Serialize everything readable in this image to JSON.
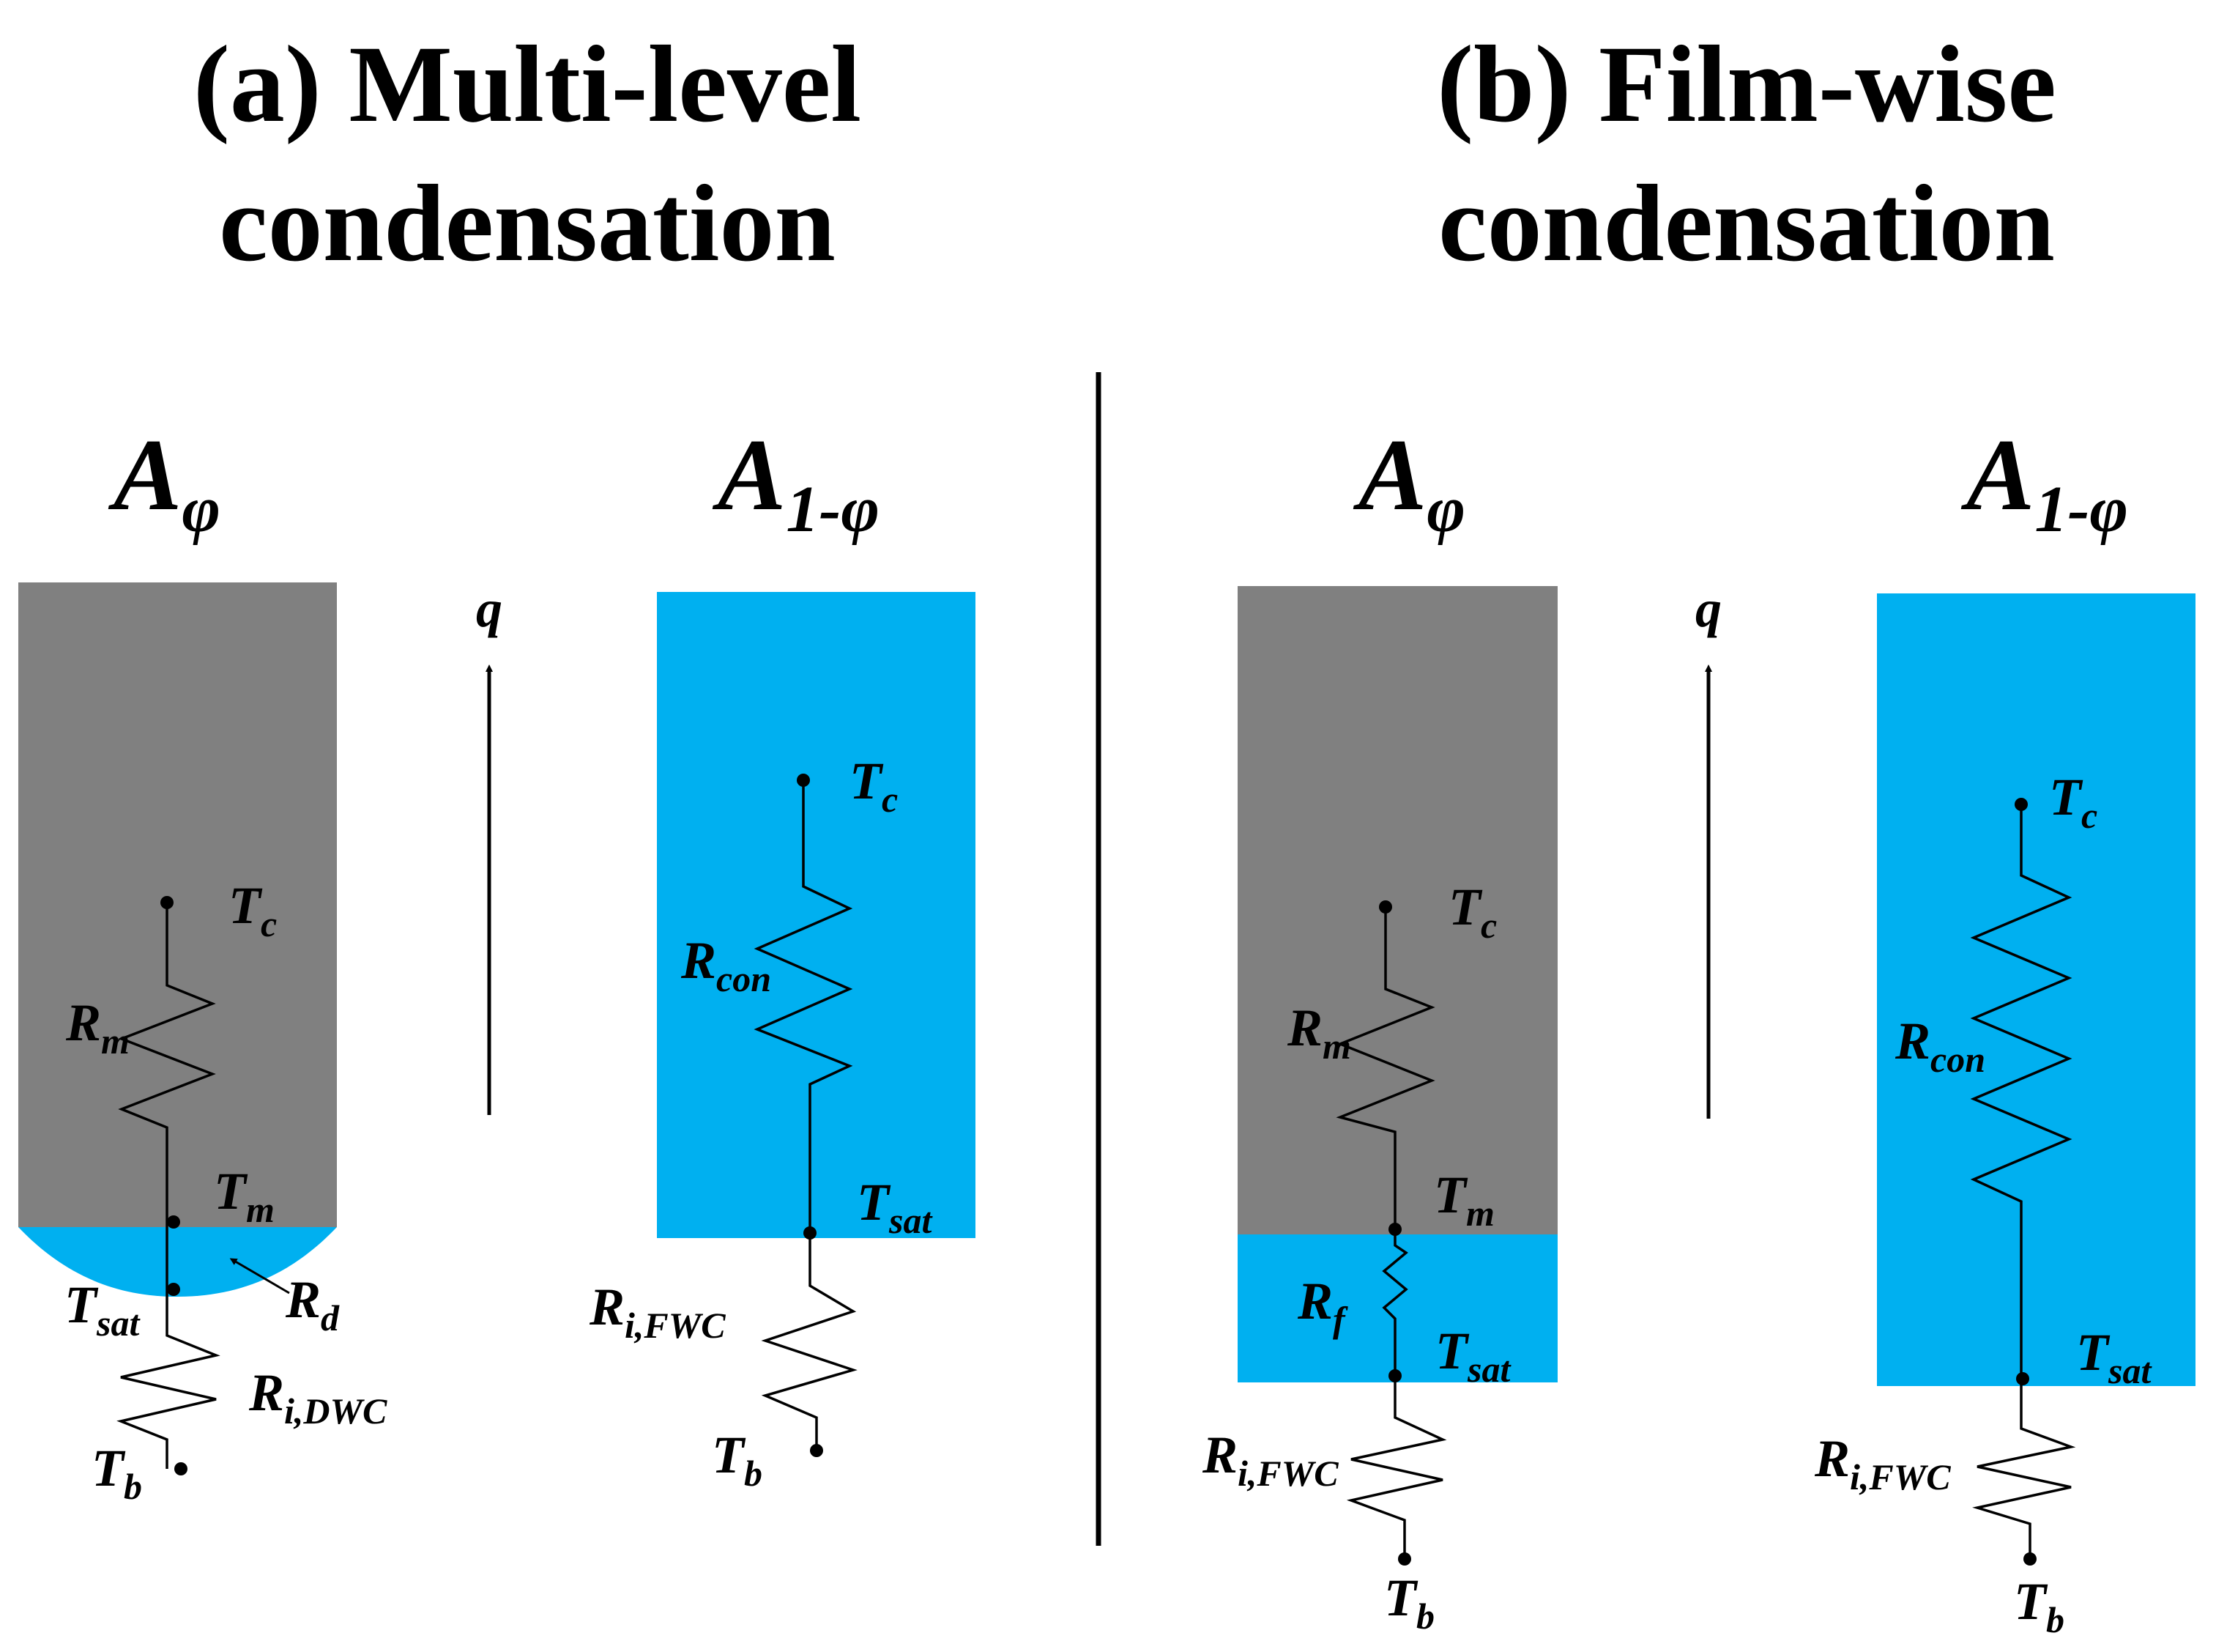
{
  "colors": {
    "metal": "#808080",
    "liquid": "#00B0F0",
    "ink": "#000000",
    "background": "#FFFFFF"
  },
  "panels": {
    "a": {
      "title_line1": "(a) Multi-level",
      "title_line2": "condensation",
      "area_left": {
        "main": "A",
        "sub": "φ"
      },
      "area_right": {
        "main": "A",
        "sub": "1-φ"
      },
      "flux": "q",
      "left": {
        "Tc": {
          "main": "T",
          "sub": "c"
        },
        "Rm": {
          "main": "R",
          "sub": "m"
        },
        "Tm": {
          "main": "T",
          "sub": "m"
        },
        "Rd": {
          "main": "R",
          "sub": "d"
        },
        "Tsat": {
          "main": "T",
          "sub": "sat"
        },
        "Ri": {
          "main": "R",
          "sub": "i,DWC"
        },
        "Tb": {
          "main": "T",
          "sub": "b"
        }
      },
      "right": {
        "Tc": {
          "main": "T",
          "sub": "c"
        },
        "Rcon": {
          "main": "R",
          "sub": "con"
        },
        "Tsat": {
          "main": "T",
          "sub": "sat"
        },
        "Ri": {
          "main": "R",
          "sub": "i,FWC"
        },
        "Tb": {
          "main": "T",
          "sub": "b"
        }
      }
    },
    "b": {
      "title_line1": "(b) Film-wise",
      "title_line2": "condensation",
      "area_left": {
        "main": "A",
        "sub": "φ"
      },
      "area_right": {
        "main": "A",
        "sub": "1-φ"
      },
      "flux": "q",
      "left": {
        "Tc": {
          "main": "T",
          "sub": "c"
        },
        "Rm": {
          "main": "R",
          "sub": "m"
        },
        "Tm": {
          "main": "T",
          "sub": "m"
        },
        "Rf": {
          "main": "R",
          "sub": "f"
        },
        "Tsat": {
          "main": "T",
          "sub": "sat"
        },
        "Ri": {
          "main": "R",
          "sub": "i,FWC"
        },
        "Tb": {
          "main": "T",
          "sub": "b"
        }
      },
      "right": {
        "Tc": {
          "main": "T",
          "sub": "c"
        },
        "Rcon": {
          "main": "R",
          "sub": "con"
        },
        "Tsat": {
          "main": "T",
          "sub": "sat"
        },
        "Ri": {
          "main": "R",
          "sub": "i,FWC"
        },
        "Tb": {
          "main": "T",
          "sub": "b"
        }
      }
    }
  }
}
